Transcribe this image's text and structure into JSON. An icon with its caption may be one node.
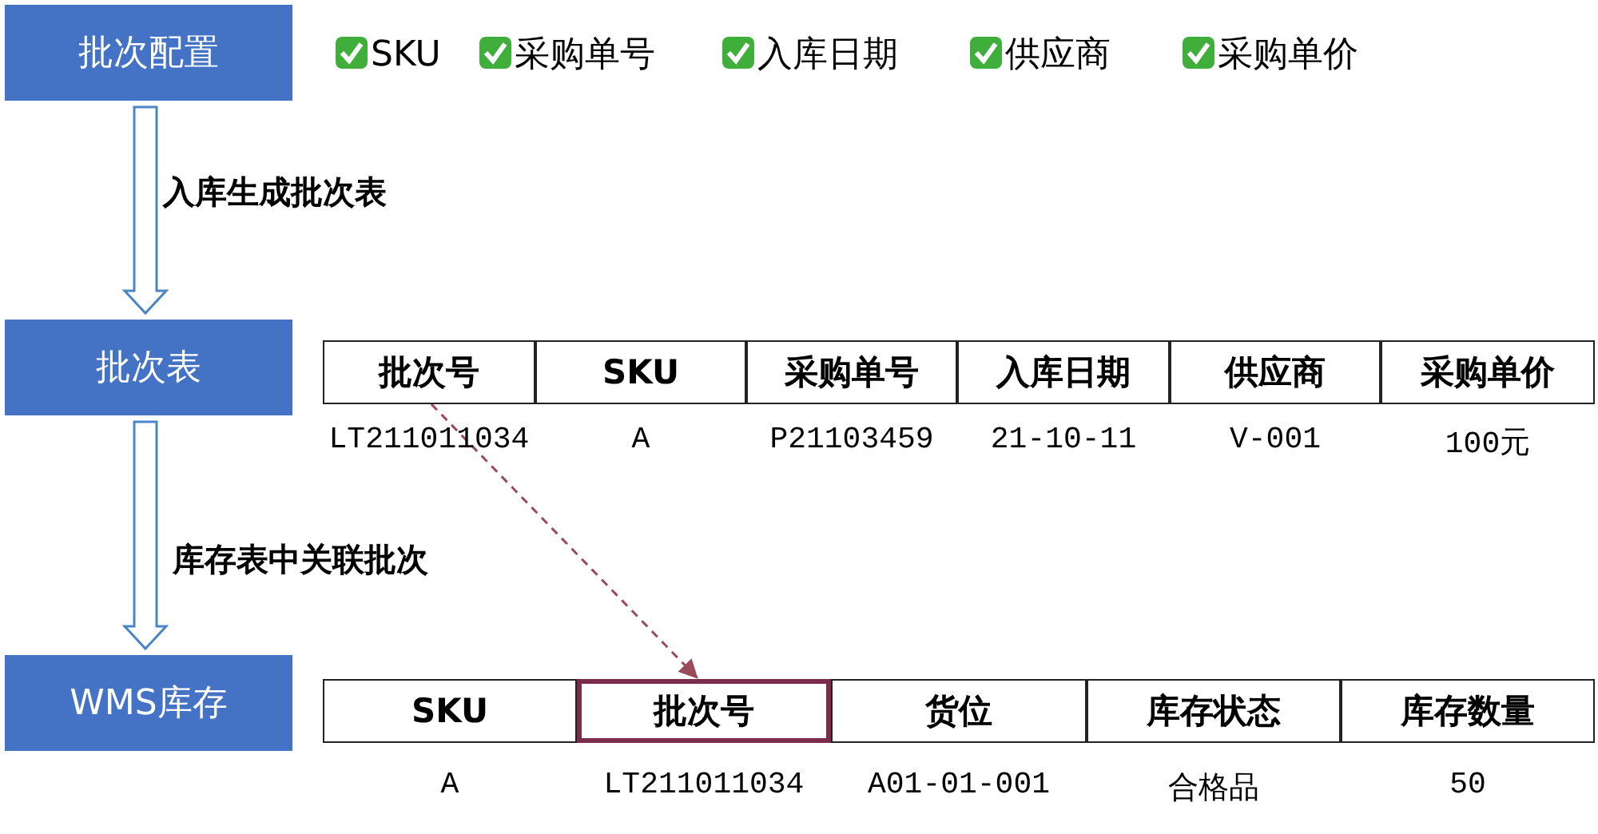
{
  "diagram": {
    "nodes": [
      {
        "text": [
          "批次配置"
        ]
      },
      {
        "text": [
          "批次表"
        ]
      },
      {
        "text": [
          "WMS库存"
        ]
      },
      {
        "text": [
          "批次号"
        ]
      },
      {
        "text": [
          "批次号"
        ]
      }
    ],
    "edges": [
      {
        "from": 0,
        "to": 1,
        "arrow": "to",
        "label": "入库生成批次表"
      },
      {
        "from": 1,
        "to": 2,
        "arrow": "to",
        "label": "库存表中关联批次"
      },
      {
        "from": 3,
        "to": 4,
        "arrow": "to",
        "style": "dashed",
        "color": "#9b4a5a"
      }
    ],
    "labels": [
      "SKU",
      "采购单号",
      "入库日期",
      "供应商",
      "采购单价",
      "SKU",
      "采购单号",
      "入库日期",
      "供应商",
      "采购单价",
      "LT211011034",
      "A",
      "P21103459",
      "21-10-11",
      "V-001",
      "100元",
      "SKU",
      "货位",
      "库存状态",
      "库存数量",
      "A",
      "LT211011034",
      "A01-01-001",
      "合格品",
      "50"
    ]
  }
}
